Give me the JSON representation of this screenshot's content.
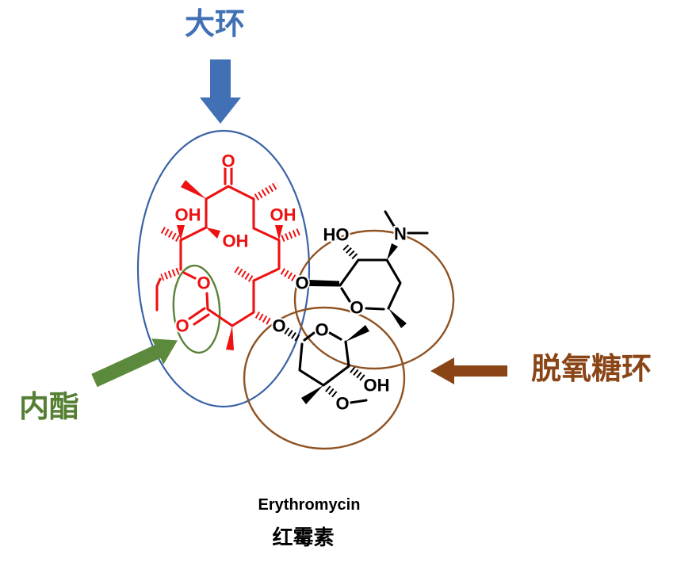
{
  "annotations": {
    "macrocycle": {
      "text": "大环",
      "color": "#4170B4"
    },
    "lactone": {
      "text": "内酯",
      "color": "#567F33"
    },
    "deoxysugar_ring": {
      "text": "脱氧糖环",
      "color": "#8A4517"
    }
  },
  "captions": {
    "name_en": "Erythromycin",
    "name_zh": "红霉素"
  },
  "molecule": {
    "aglycone_color": "#ED1111",
    "sugar_color": "#000000",
    "highlight_colors": {
      "macrocycle_ellipse": "#3A62A7",
      "lactone_ellipse": "#5A8238",
      "sugar_circles": "#8F5222"
    },
    "labels": {
      "ketone_o": "O",
      "c12_oh": "OH",
      "c11_oh": "OH",
      "c6_oh": "OH",
      "ester_o": "O",
      "carbonyl_o": "O",
      "desosamine_ho": "HO",
      "desosamine_n": "N",
      "desosamine_glyco_o": "O",
      "desosamine_ring_o": "O",
      "cladinose_glyco_o": "O",
      "cladinose_ring_o": "O",
      "cladinose_oh": "OH",
      "methoxy_o": "O"
    }
  }
}
